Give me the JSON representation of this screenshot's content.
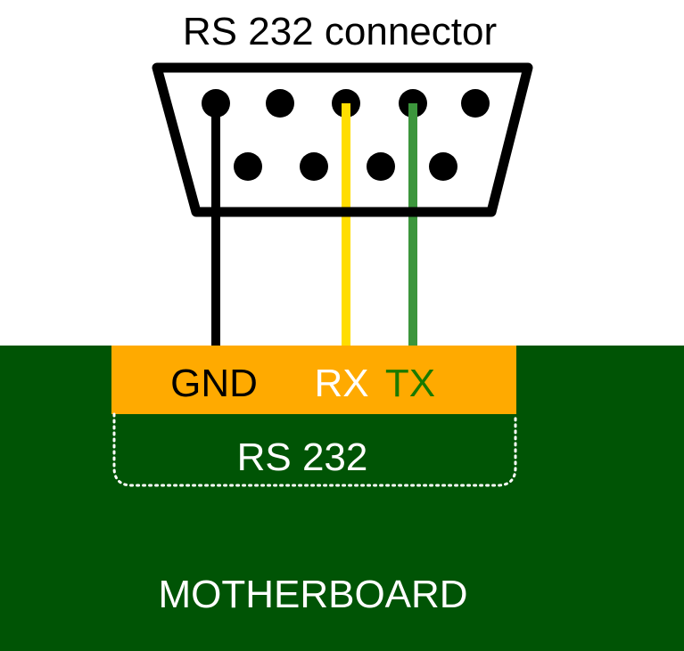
{
  "connector": {
    "title": "RS 232 connector"
  },
  "header": {
    "labels": {
      "gnd": "GND",
      "rx": "RX",
      "tx": "TX"
    },
    "name": "RS 232"
  },
  "board": {
    "label": "MOTHERBOARD"
  },
  "colors": {
    "board": "#005405",
    "header": "#ffaa00",
    "gnd_wire": "#000000",
    "rx_wire": "#ffdd00",
    "tx_wire": "#3c963c",
    "tx_label": "#1a7a00",
    "rx_label": "#ffffff",
    "gnd_label": "#000000"
  }
}
